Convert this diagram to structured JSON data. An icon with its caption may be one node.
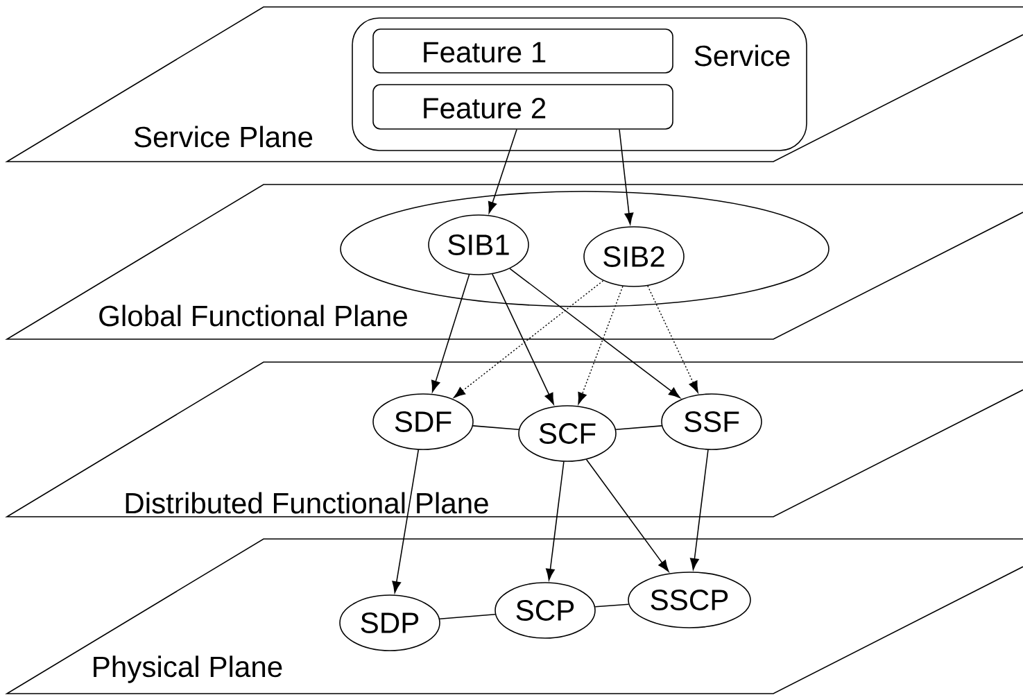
{
  "diagram": {
    "nodes": [
      {
        "text": [
          "Service Plane"
        ]
      },
      {
        "text": [
          "Service"
        ],
        "in": 0
      },
      {
        "text": [
          "Feature 1"
        ],
        "in": 1
      },
      {
        "text": [
          "Feature 2"
        ],
        "in": 1
      },
      {
        "text": [
          "Global Functional Plane"
        ]
      },
      {
        "text": [],
        "shape": "ellipse",
        "in": 4
      },
      {
        "text": [
          "SIB1"
        ],
        "in": 5
      },
      {
        "text": [
          "SIB2"
        ],
        "in": 5
      },
      {
        "text": [
          "Distributed Functional Plane"
        ]
      },
      {
        "text": [
          "SDF"
        ],
        "in": 8
      },
      {
        "text": [
          "SCF"
        ],
        "in": 8
      },
      {
        "text": [
          "SSF"
        ],
        "in": 8
      },
      {
        "text": [
          "Physical Plane"
        ]
      },
      {
        "text": [
          "SDP"
        ],
        "in": 12
      },
      {
        "text": [
          "SCP"
        ],
        "in": 12
      },
      {
        "text": [
          "SSCP"
        ],
        "in": 12
      }
    ],
    "edges": [
      {
        "from": 3,
        "to": 6,
        "arrow": "to"
      },
      {
        "from": 3,
        "to": 7,
        "arrow": "to"
      },
      {
        "from": 6,
        "to": 9,
        "arrow": "to"
      },
      {
        "from": 6,
        "to": 10,
        "arrow": "to"
      },
      {
        "from": 6,
        "to": 11,
        "arrow": "to"
      },
      {
        "from": 7,
        "to": 9,
        "arrow": "to",
        "style": "dashed"
      },
      {
        "from": 7,
        "to": 10,
        "arrow": "to",
        "style": "dashed"
      },
      {
        "from": 7,
        "to": 11,
        "arrow": "to",
        "style": "dashed"
      },
      {
        "from": 9,
        "to": 10,
        "arrow": "none"
      },
      {
        "from": 10,
        "to": 11,
        "arrow": "none"
      },
      {
        "from": 9,
        "to": 13,
        "arrow": "to"
      },
      {
        "from": 10,
        "to": 14,
        "arrow": "to"
      },
      {
        "from": 10,
        "to": 15,
        "arrow": "to"
      },
      {
        "from": 11,
        "to": 15,
        "arrow": "to"
      },
      {
        "from": 13,
        "to": 14,
        "arrow": "none"
      },
      {
        "from": 14,
        "to": 15,
        "arrow": "none"
      }
    ]
  }
}
